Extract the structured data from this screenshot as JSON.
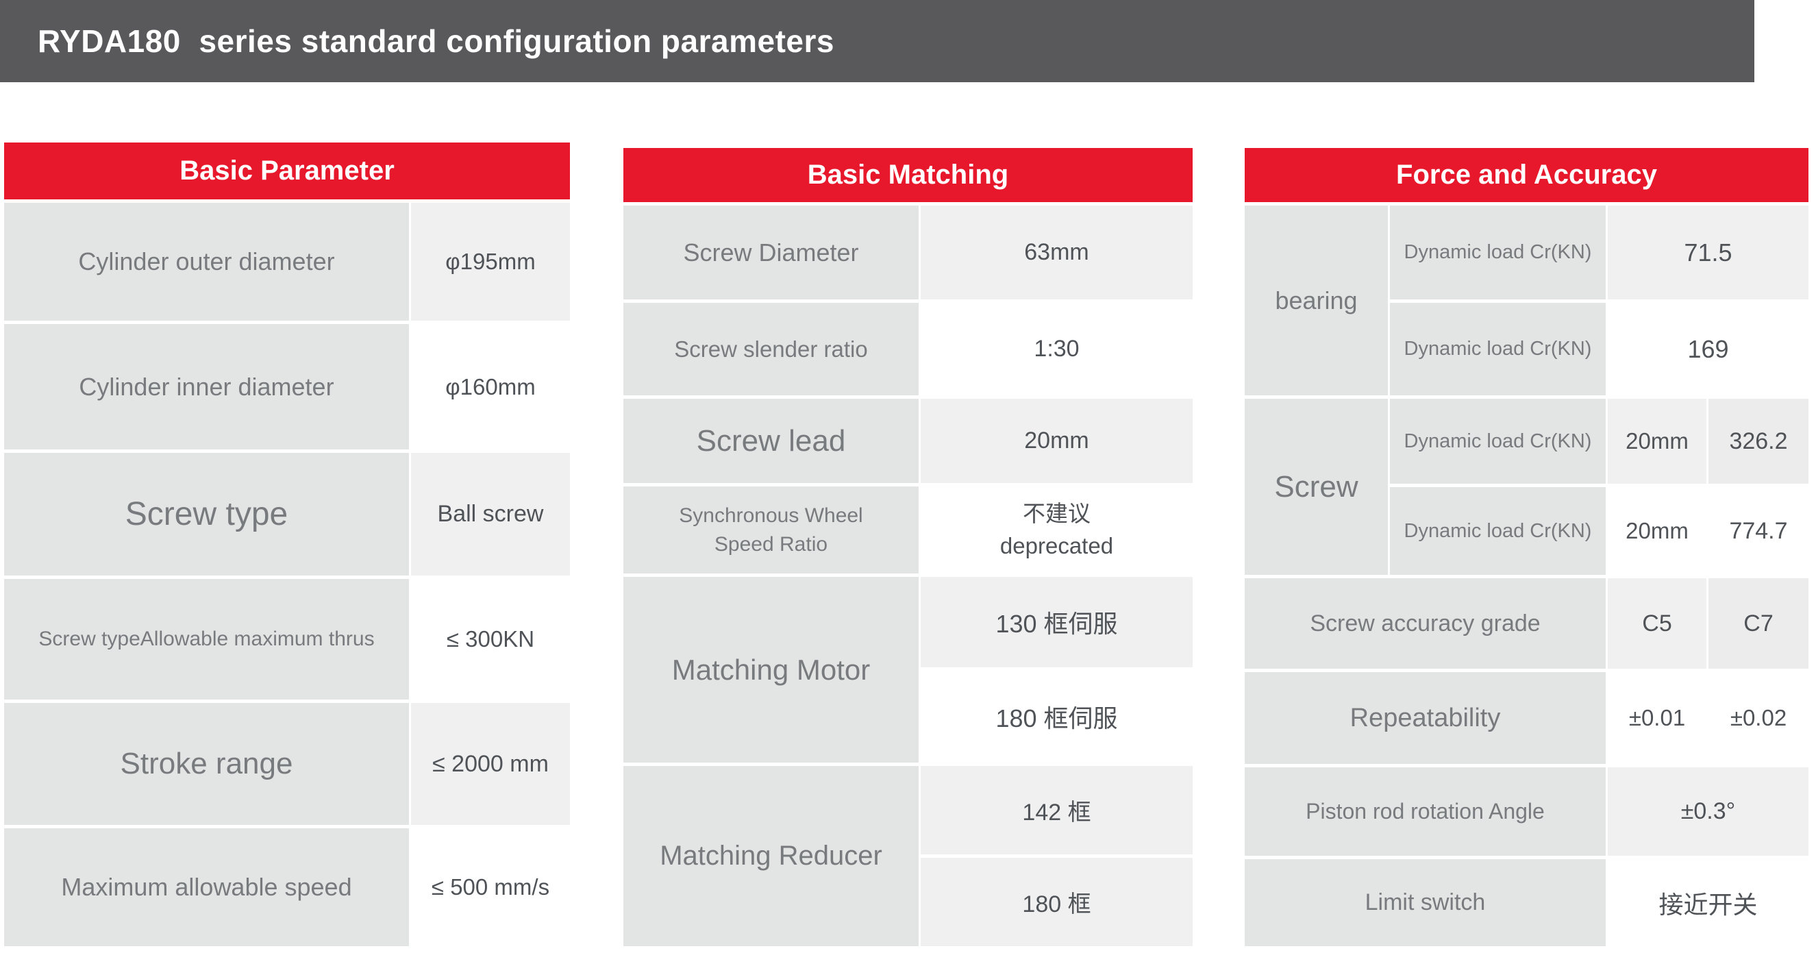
{
  "page_title": "RYDA180  series standard configuration parameters",
  "colors": {
    "banner_bg": "#59585a",
    "header_red": "#e8182c",
    "label_cell_bg": "#e3e4e4",
    "value_cell_alt_bg": "#f0f0f0",
    "value_cell_bg": "#ffffff",
    "label_text": "#777b7e",
    "value_text": "#4f5357"
  },
  "tables": {
    "basic_parameter": {
      "title": "Basic Parameter",
      "rows": [
        {
          "label": "Cylinder outer diameter",
          "value": "φ195mm"
        },
        {
          "label": "Cylinder inner diameter",
          "value": "φ160mm"
        },
        {
          "label": "Screw type",
          "value": "Ball screw"
        },
        {
          "label": "Screw typeAllowable maximum thrus",
          "value": "≤ 300KN"
        },
        {
          "label": "Stroke range",
          "value": "≤ 2000 mm"
        },
        {
          "label": "Maximum allowable speed",
          "value": "≤ 500 mm/s"
        }
      ]
    },
    "basic_matching": {
      "title": "Basic Matching",
      "rows": [
        {
          "label": "Screw Diameter",
          "value": "63mm"
        },
        {
          "label": "Screw slender ratio",
          "value": "1:30"
        },
        {
          "label": "Screw lead",
          "value": "20mm"
        },
        {
          "label": "Synchronous Wheel\nSpeed Ratio",
          "value": "不建议\ndeprecated"
        },
        {
          "label": "Matching Motor",
          "values": [
            "130 框伺服",
            "180 框伺服"
          ]
        },
        {
          "label": "Matching Reducer",
          "values": [
            "142 框",
            "180 框"
          ]
        }
      ]
    },
    "force_accuracy": {
      "title": "Force and Accuracy",
      "bearing_label": "bearing",
      "screw_label": "Screw",
      "rows": [
        {
          "label": "Dynamic load Cr(KN)",
          "value": "71.5"
        },
        {
          "label": "Dynamic load Cr(KN)",
          "value": "169"
        },
        {
          "label": "Dynamic load Cr(KN)",
          "mid": "20mm",
          "value": "326.2"
        },
        {
          "label": "Dynamic load Cr(KN)",
          "mid": "20mm",
          "value": "774.7"
        },
        {
          "label": "Screw accuracy grade",
          "mid": "C5",
          "value": "C7"
        },
        {
          "label": "Repeatability",
          "mid": "±0.01",
          "value": "±0.02"
        },
        {
          "label": "Piston rod rotation Angle",
          "value": "±0.3°"
        },
        {
          "label": "Limit switch",
          "value": "接近开关"
        }
      ]
    }
  }
}
